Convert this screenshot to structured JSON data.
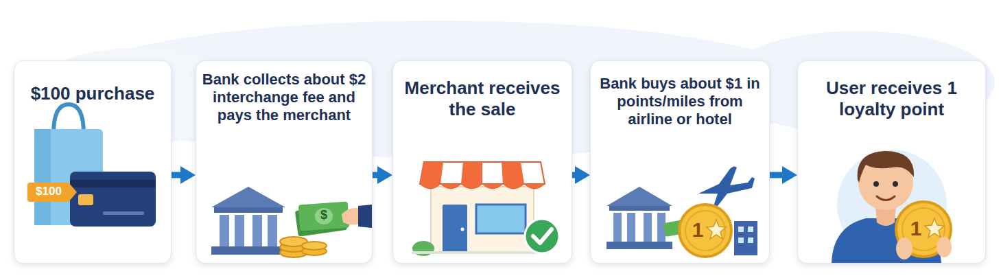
{
  "diagram": {
    "nodes": [
      {
        "text": [
          "$100 purchase"
        ]
      },
      {
        "text": [
          "Bank collects about $2 interchange fee and pays the merchant"
        ]
      },
      {
        "text": [
          "Merchant receives the sale"
        ]
      },
      {
        "text": [
          "Bank buys about $1 in points/miles from airline or hotel"
        ]
      },
      {
        "text": [
          "User receives 1 loyalty point"
        ]
      }
    ],
    "edges": [
      {
        "from": 0,
        "to": 1,
        "arrow": "to"
      },
      {
        "from": 1,
        "to": 2,
        "arrow": "to"
      },
      {
        "from": 2,
        "to": 3,
        "arrow": "to"
      },
      {
        "from": 3,
        "to": 4,
        "arrow": "to"
      }
    ],
    "labels": [
      "$100",
      "$",
      "1",
      "1"
    ]
  }
}
